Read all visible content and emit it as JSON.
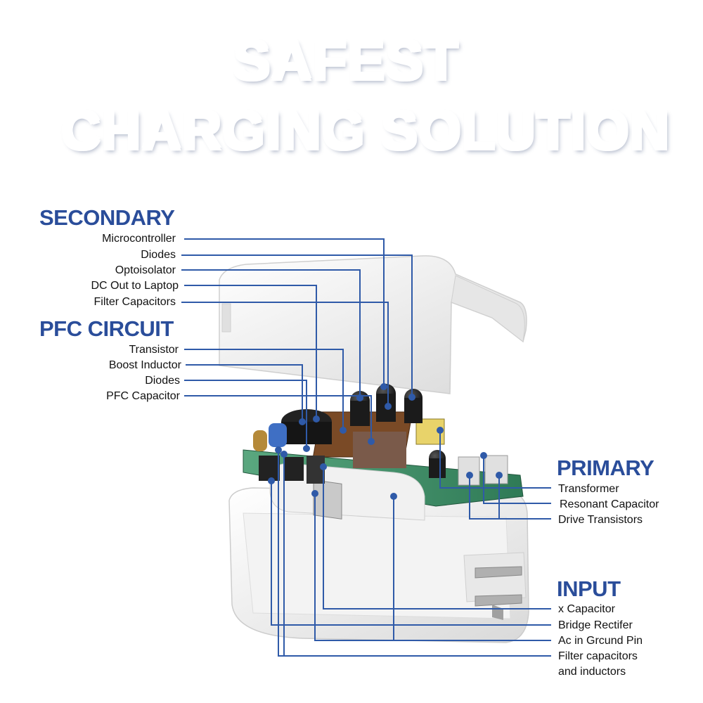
{
  "title": {
    "line1": "SAFEST",
    "line2": "CHARGING SOLUTION"
  },
  "sections": {
    "secondary": {
      "heading": "SECONDARY",
      "items": [
        "Microcontroller",
        "Diodes",
        "Optoisolator",
        "DC Out to Laptop",
        "Filter Capacitors"
      ]
    },
    "pfc": {
      "heading": "PFC CIRCUIT",
      "items": [
        "Transistor",
        "Boost Inductor",
        "Diodes",
        "PFC Capacitor"
      ]
    },
    "primary": {
      "heading": "PRIMARY",
      "items": [
        "Transformer",
        "Resonant Capacitor",
        "Drive Transistors"
      ]
    },
    "input": {
      "heading": "INPUT",
      "items": [
        "x Capacitor",
        "Bridge Rectifer",
        "Ac in Grcund Pin",
        "Filter capacitors",
        "and inductors"
      ]
    }
  },
  "colors": {
    "heading": "#2a4d9a",
    "leader_line": "#2f5aa8",
    "board_green": "#3f8f6a",
    "casing": "#efefef"
  }
}
